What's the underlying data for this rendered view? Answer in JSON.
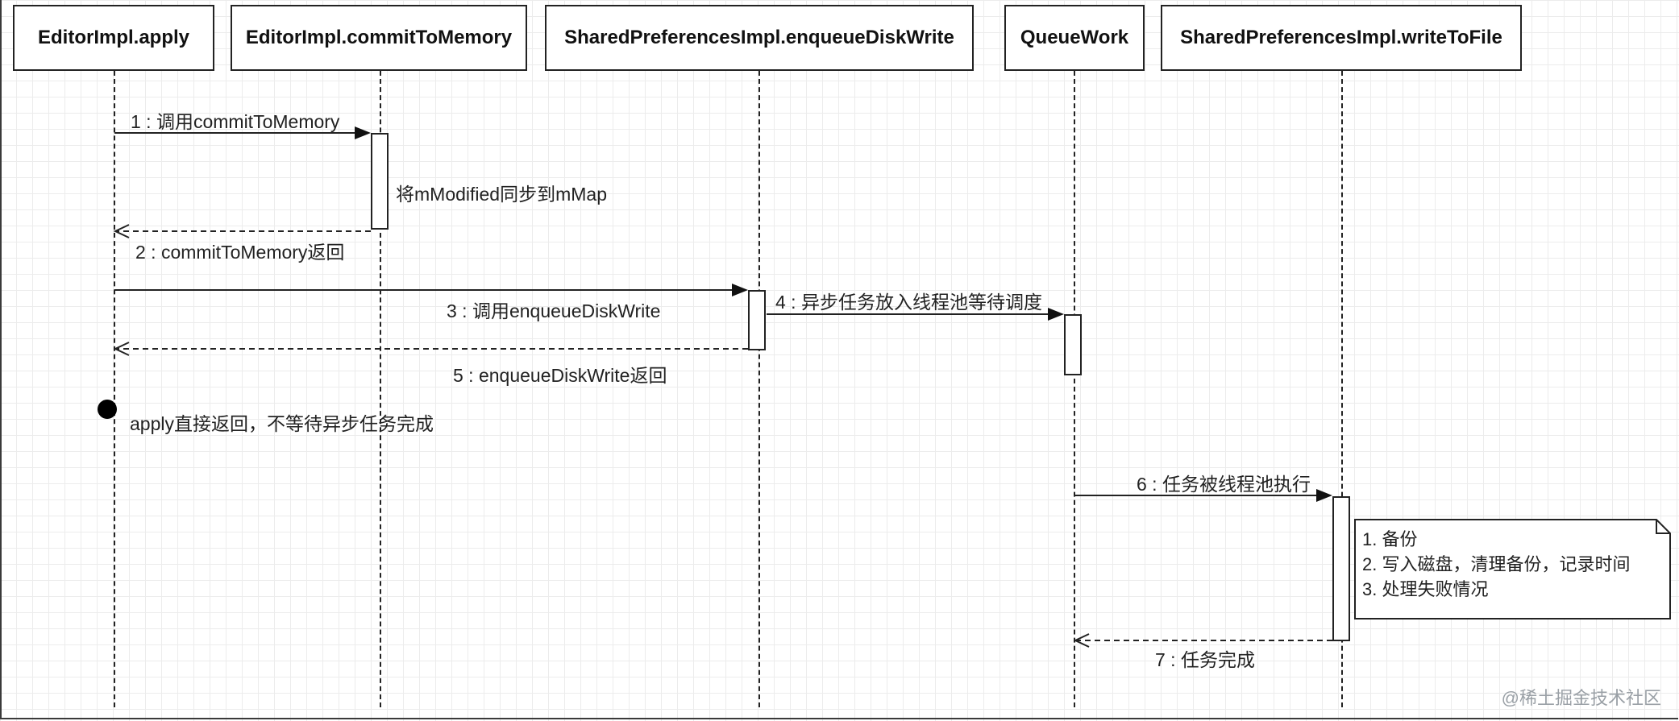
{
  "participants": [
    {
      "name": "EditorImpl.apply"
    },
    {
      "name": "EditorImpl.commitToMemory"
    },
    {
      "name": "SharedPreferencesImpl.enqueueDiskWrite"
    },
    {
      "name": "QueueWork"
    },
    {
      "name": "SharedPreferencesImpl.writeToFile"
    }
  ],
  "messages": [
    {
      "label": "1 : 调用commitToMemory",
      "type": "sync"
    },
    {
      "label": "2 : commitToMemory返回",
      "type": "return"
    },
    {
      "label": "3 : 调用enqueueDiskWrite",
      "type": "sync"
    },
    {
      "label": "4 : 异步任务放入线程池等待调度",
      "type": "sync"
    },
    {
      "label": "5 : enqueueDiskWrite返回",
      "type": "return"
    },
    {
      "label": "6 : 任务被线程池执行",
      "type": "sync"
    },
    {
      "label": "7 : 任务完成",
      "type": "return"
    }
  ],
  "annotations": {
    "commit_note": "将mModified同步到mMap",
    "apply_note": "apply直接返回，不等待异步任务完成"
  },
  "note": {
    "lines": [
      "1. 备份",
      "2. 写入磁盘，清理备份，记录时间",
      "3. 处理失败情况"
    ]
  },
  "watermark": "@稀土掘金技术社区"
}
